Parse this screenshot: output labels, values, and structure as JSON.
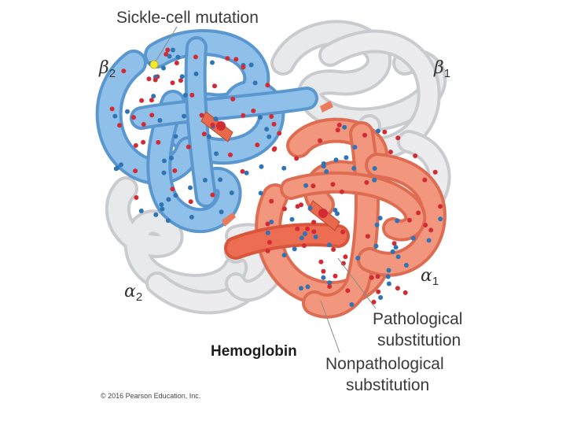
{
  "labels": {
    "sickle_cell": "Sickle-cell mutation",
    "beta2_letter": "β",
    "beta2_sub": "2",
    "beta1_letter": "β",
    "beta1_sub": "1",
    "alpha2_letter": "α",
    "alpha2_sub": "2",
    "alpha1_letter": "α",
    "alpha1_sub": "1",
    "pathological_line1": "Pathological",
    "pathological_line2": "substitution",
    "nonpathological_line1": "Nonpathological",
    "nonpathological_line2": "substitution",
    "title": "Hemoglobin",
    "credit": "© 2016 Pearson Education, Inc."
  },
  "colors": {
    "beta2_chain": "#7fb6e6",
    "alpha1_chain": "#ef8e74",
    "grey_chains": "#e4e5e7",
    "pathological_dot": "#d42a34",
    "nonpathological_dot": "#2f74b5",
    "sickle_dot": "#f3ea2c"
  }
}
